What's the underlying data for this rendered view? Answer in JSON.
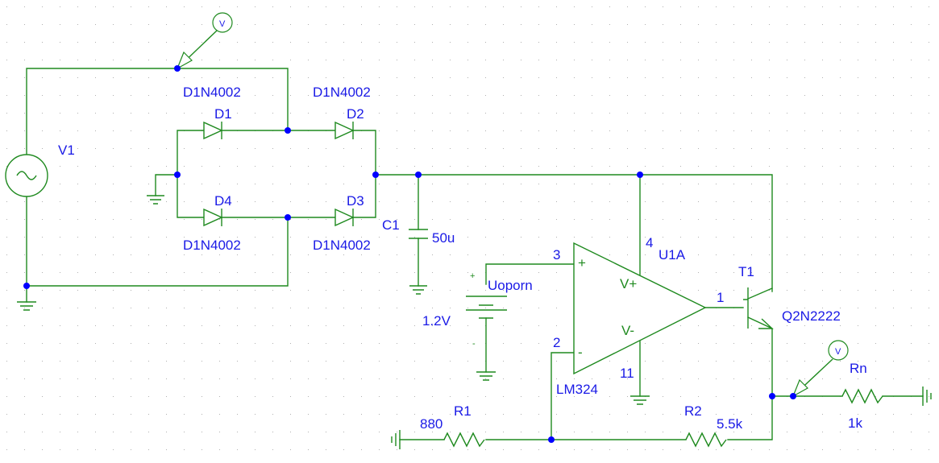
{
  "colors": {
    "wire": "#1f8a1f",
    "label": "#1a1ae6",
    "junction": "#0000ff",
    "grid": "#b0b0b0"
  },
  "probes": {
    "top": "V",
    "output": "V"
  },
  "source": {
    "name": "V1"
  },
  "diodes": {
    "d1": {
      "name": "D1",
      "model": "D1N4002"
    },
    "d2": {
      "name": "D2",
      "model": "D1N4002"
    },
    "d3": {
      "name": "D3",
      "model": "D1N4002"
    },
    "d4": {
      "name": "D4",
      "model": "D1N4002"
    }
  },
  "capacitor": {
    "name": "C1",
    "value": "50u"
  },
  "reference": {
    "name": "Uoporn",
    "value": "1.2V",
    "plus": "+",
    "minus": "-"
  },
  "opamp": {
    "name": "U1A",
    "part": "LM324",
    "pin_plus": "3",
    "pin_minus": "2",
    "pin_out": "1",
    "pin_vpos": "4",
    "pin_vneg": "11",
    "plus_sign": "+",
    "minus_sign": "-",
    "vpos_label": "V+",
    "vneg_label": "V-"
  },
  "transistor": {
    "name": "T1",
    "model": "Q2N2222"
  },
  "resistors": {
    "r1": {
      "name": "R1",
      "value": "880"
    },
    "r2": {
      "name": "R2",
      "value": "5.5k"
    },
    "rn": {
      "name": "Rn",
      "value": "1k"
    }
  }
}
